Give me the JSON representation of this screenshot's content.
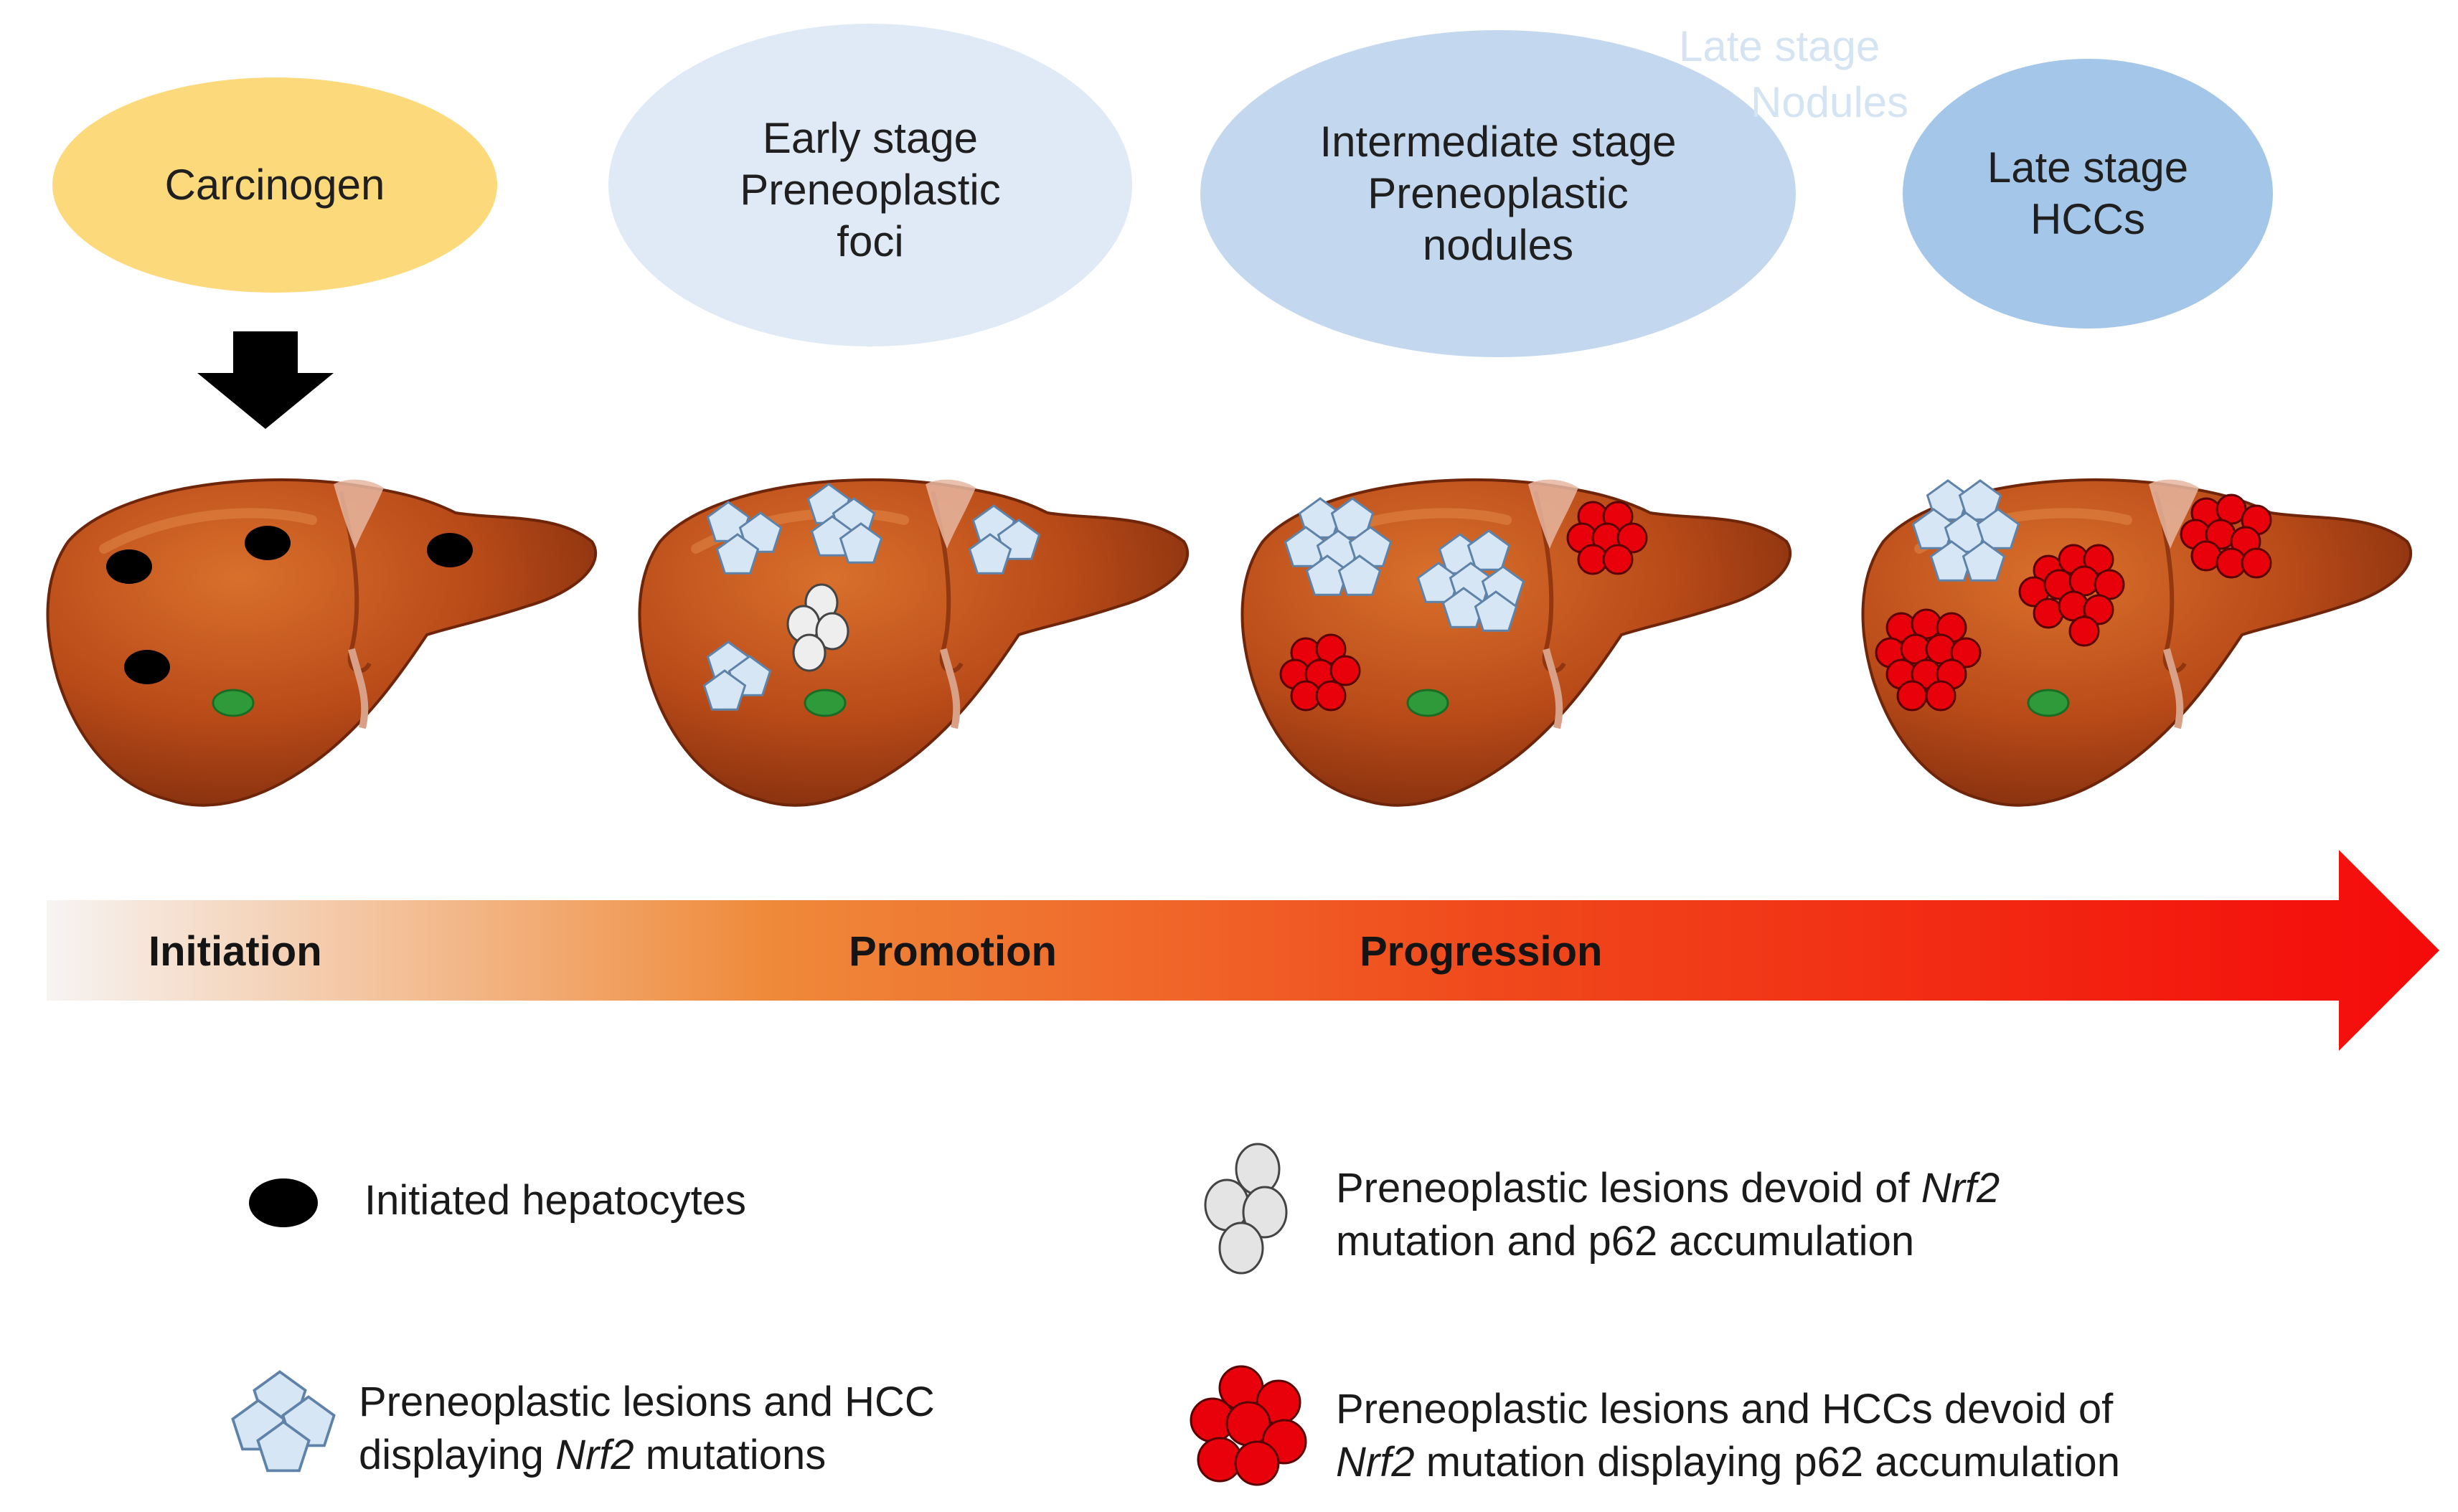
{
  "stages": [
    {
      "id": "carcinogen",
      "label": "Carcinogen"
    },
    {
      "id": "early",
      "label": "Early stage\nPreneoplastic\nfoci"
    },
    {
      "id": "intermediate",
      "label": "Intermediate stage\nPreneoplastic\nnodules"
    },
    {
      "id": "late",
      "label": "Late stage\nHCCs"
    }
  ],
  "ghost_text": [
    "Late stage",
    "Nodules"
  ],
  "phases": [
    "Initiation",
    "Promotion",
    "Progression"
  ],
  "legend": {
    "initiated": "Initiated hepatocytes",
    "devoid_line1_pre": "Preneoplastic lesions devoid of ",
    "devoid_line1_gene": "Nrf2",
    "devoid_line2": "mutation and p62 accumulation",
    "nrf2_line1": "Preneoplastic lesions and HCC",
    "nrf2_line2_pre": "displaying ",
    "nrf2_line2_gene": "Nrf2",
    "nrf2_line2_post": " mutations",
    "p62_line1": "Preneoplastic lesions and HCCs devoid of",
    "p62_line2_gene": "Nrf2",
    "p62_line2_post": " mutation displaying p62 accumulation"
  },
  "colors": {
    "carcinogen": "#fcd97a",
    "early": "#dfeaf6",
    "intermediate": "#c3d8ee",
    "late": "#a4c6e8",
    "liver": "#b84a18",
    "nrf2_lesion": "#d6e6f4",
    "p62_lesion": "#e8000a",
    "arrow_start": "#f7f4f2",
    "arrow_mid": "#ef8a3a",
    "arrow_end": "#f40a0a"
  }
}
